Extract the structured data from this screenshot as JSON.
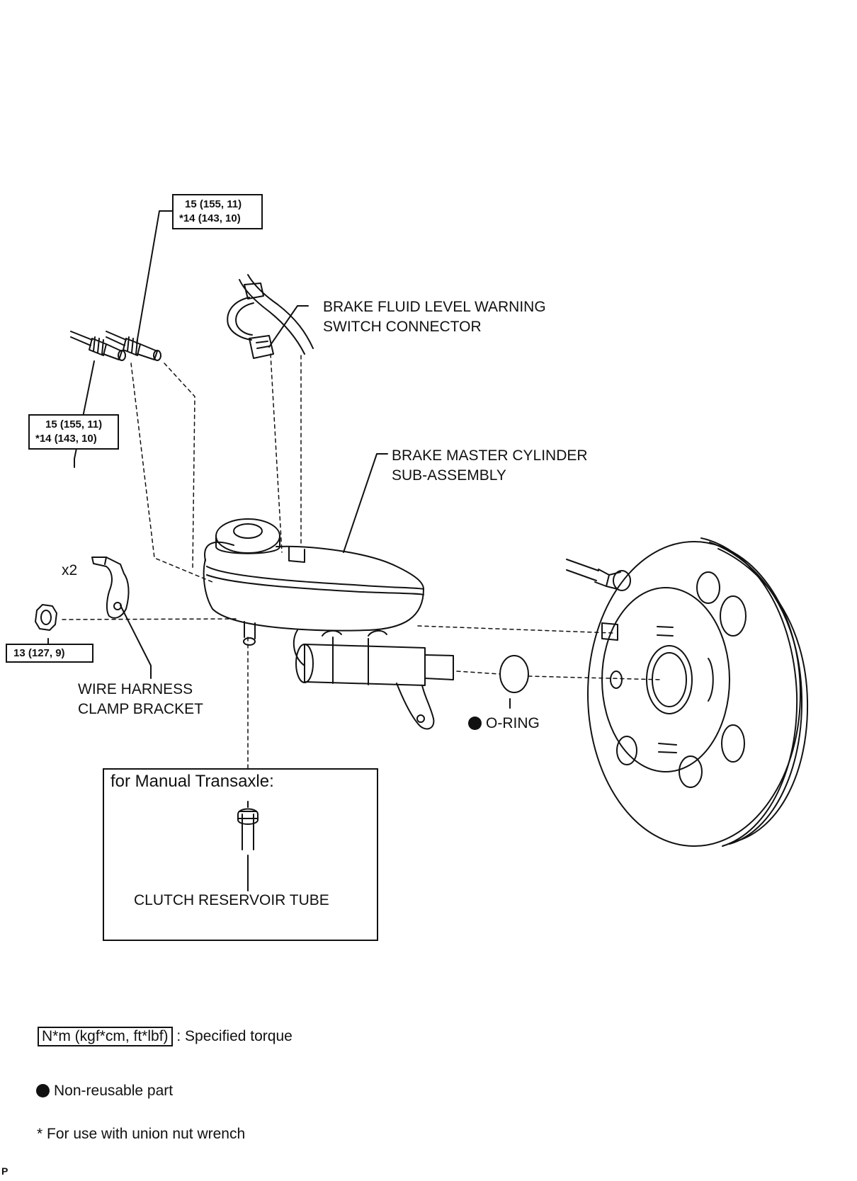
{
  "torque_labels": {
    "top_right": {
      "line1": "15 (155, 11)",
      "line2": "*14 (143, 10)"
    },
    "left": {
      "line1": "15 (155, 11)",
      "line2": "*14 (143, 10)"
    },
    "nut": "13 (127, 9)"
  },
  "quantity": "x2",
  "parts": {
    "warning_switch_line1": "BRAKE FLUID LEVEL WARNING",
    "warning_switch_line2": "SWITCH CONNECTOR",
    "master_cylinder_line1": "BRAKE MASTER CYLINDER",
    "master_cylinder_line2": "SUB-ASSEMBLY",
    "clamp_bracket_line1": "WIRE HARNESS",
    "clamp_bracket_line2": "CLAMP BRACKET",
    "o_ring": "O-RING"
  },
  "manual_transaxle": {
    "title": "for Manual Transaxle:",
    "tube": "CLUTCH RESERVOIR TUBE"
  },
  "legend": {
    "torque_unit": "N*m (kgf*cm, ft*lbf)",
    "torque_desc": ": Specified torque",
    "non_reusable": "Non-reusable part",
    "union_nut": "* For use with union nut wrench"
  },
  "corner_mark": "P"
}
